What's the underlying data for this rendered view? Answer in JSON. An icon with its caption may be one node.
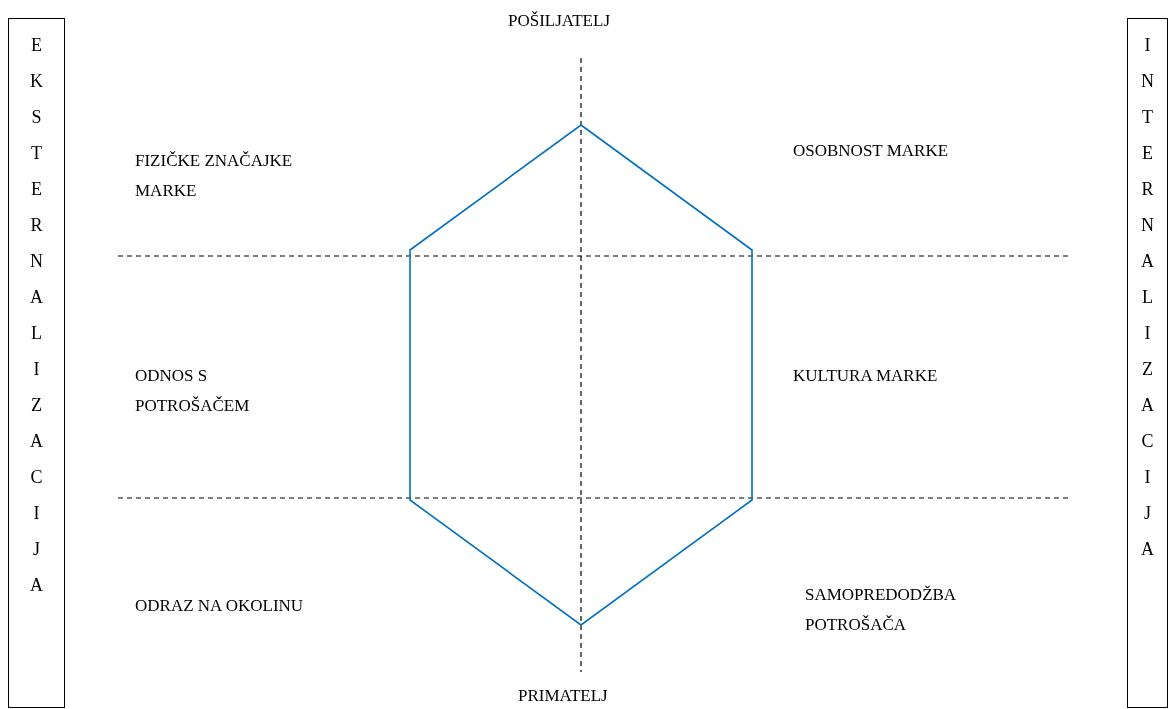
{
  "diagram": {
    "nodes": [
      {
        "text": [
          "EKSTERNALIZACIJA"
        ]
      },
      {
        "text": [
          "INTERNALIZACIJA"
        ]
      },
      {
        "text": [],
        "shape": "hexagon"
      }
    ],
    "labels": [
      "POŠILJATELJ",
      "FIZIČKE ZNAČAJKE MARKE",
      "OSOBNOST MARKE",
      "ODNOS S POTROŠAČEM",
      "KULTURA MARKE",
      "ODRAZ NA OKOLINU",
      "SAMOPREDODŽBA POTROŠAČA",
      "PRIMATELJ"
    ]
  }
}
